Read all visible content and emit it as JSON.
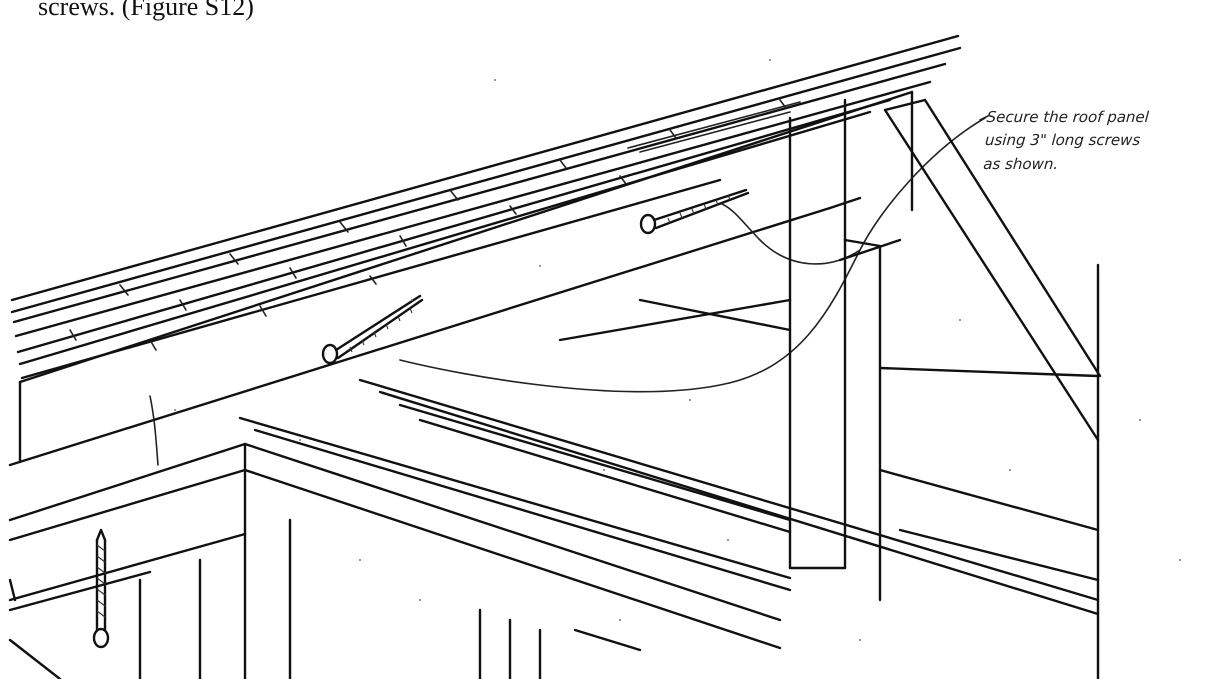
{
  "figure": {
    "caption": "screws.  (Figure S12)",
    "callout": {
      "lines": [
        "Secure the roof panel",
        "using 3\" long screws",
        "as shown."
      ]
    }
  }
}
